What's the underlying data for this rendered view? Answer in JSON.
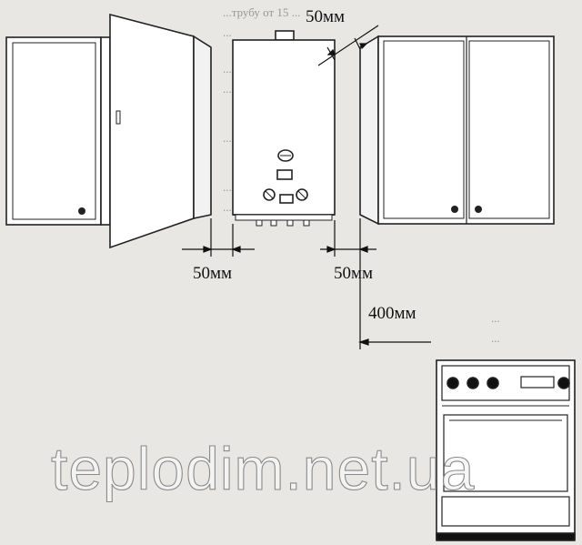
{
  "dimensions": {
    "top_gap": "50мм",
    "left_gap": "50мм",
    "right_gap": "50мм",
    "stove_gap": "400мм"
  },
  "background_text": [
    "...трубу от 15 ...",
    "...",
    "...",
    "...",
    "...",
    "...",
    "...",
    "...",
    "..."
  ],
  "watermark": "teplodim.net.ua",
  "colors": {
    "paper": "#e9e7e4",
    "ink": "#222222",
    "faded_text": "#9a9896"
  }
}
